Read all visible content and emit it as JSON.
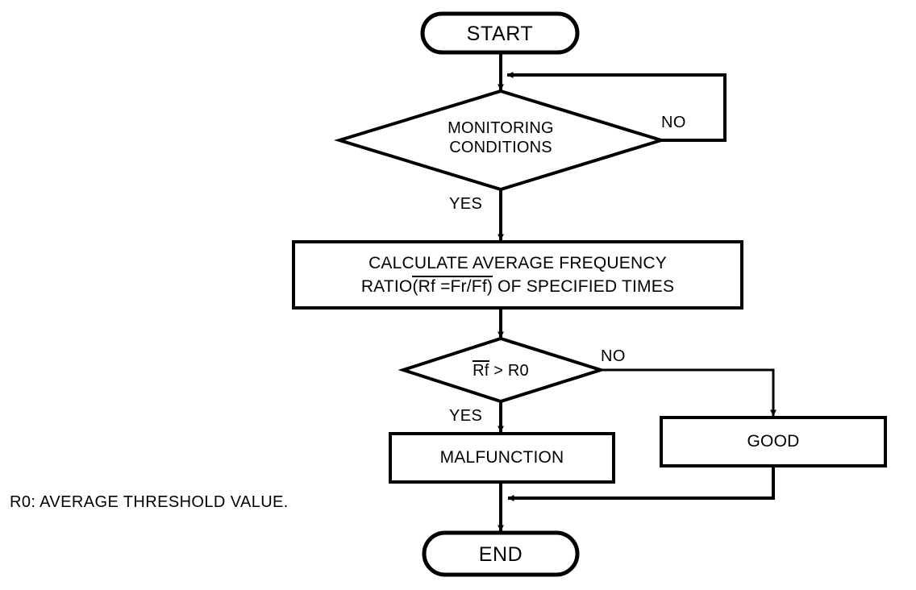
{
  "diagram": {
    "type": "flowchart",
    "title": "",
    "background_color": "#ffffff",
    "line_color": "#000000",
    "nodes": {
      "start": {
        "label": "START",
        "shape": "terminal"
      },
      "monitoring": {
        "label_line1": "MONITORING",
        "label_line2": "CONDITIONS",
        "shape": "decision"
      },
      "calculate": {
        "label_line1": "CALCULATE AVERAGE FREQUENCY",
        "label_line2_part1": "RATIO",
        "label_line2_part2": "(Rf =",
        "label_line2_part3": "Fr/Ff)",
        "label_line2_part4": "OF SPECIFIED TIMES",
        "shape": "process"
      },
      "compare": {
        "label_part1": "Rf",
        "label_part2": "> R0",
        "shape": "decision"
      },
      "malfunction": {
        "label": "MALFUNCTION",
        "shape": "process"
      },
      "good": {
        "label": "GOOD",
        "shape": "process"
      },
      "end": {
        "label": "END",
        "shape": "terminal"
      }
    },
    "branch_labels": {
      "monitoring_no": "NO",
      "monitoring_yes": "YES",
      "compare_no": "NO",
      "compare_yes": "YES"
    },
    "note": "R0: AVERAGE THRESHOLD VALUE."
  }
}
